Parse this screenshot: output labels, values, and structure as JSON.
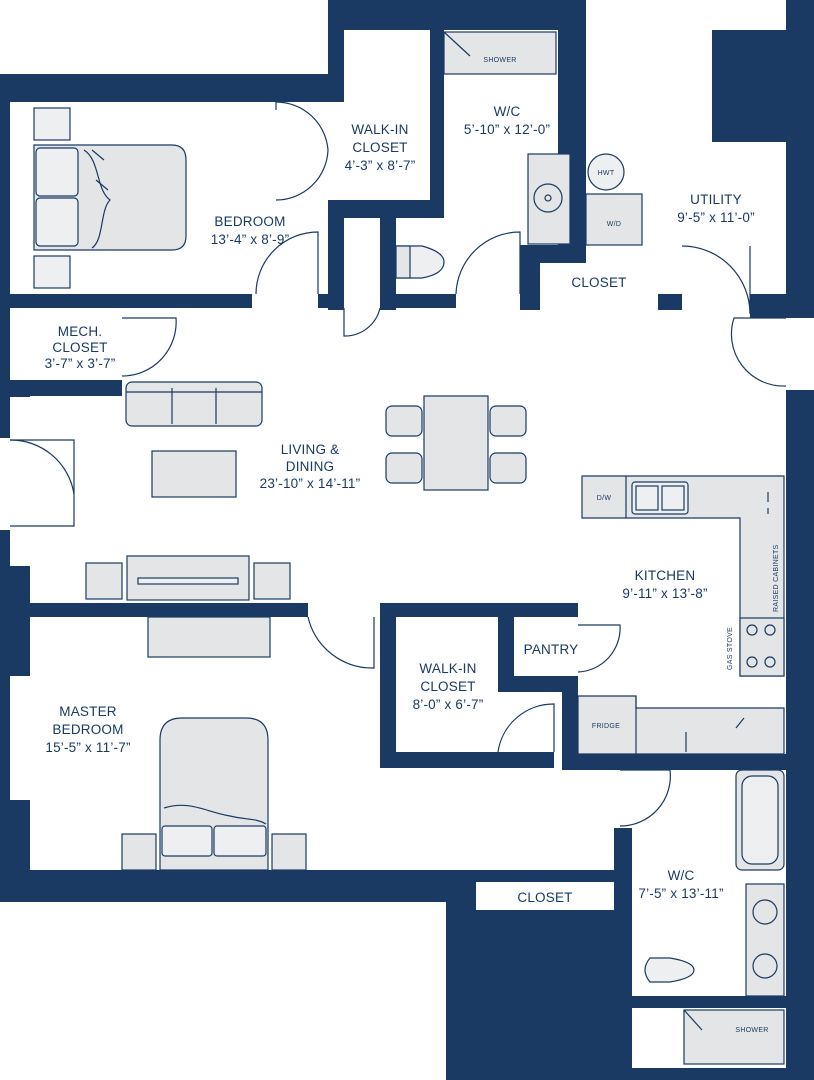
{
  "rooms": {
    "bedroom": {
      "name": "BEDROOM",
      "dims": "13’-4” x 8’-9”"
    },
    "walkin_closet_1": {
      "name_line1": "WALK-IN",
      "name_line2": "CLOSET",
      "dims": "4’-3” x 8’-7”"
    },
    "wc_1": {
      "name": "W/C",
      "dims": "5’-10” x 12’-0”"
    },
    "utility": {
      "name": "UTILITY",
      "dims": "9’-5” x 11’-0”"
    },
    "closet_1": {
      "name": "CLOSET"
    },
    "mech_closet": {
      "name_line1": "MECH.",
      "name_line2": "CLOSET",
      "dims": "3’-7” x 3’-7”"
    },
    "living_dining": {
      "name_line1": "LIVING &",
      "name_line2": "DINING",
      "dims": "23’-10” x 14’-11”"
    },
    "kitchen": {
      "name": "KITCHEN",
      "dims": "9’-11” x 13’-8”"
    },
    "pantry": {
      "name": "PANTRY"
    },
    "walkin_closet_2": {
      "name_line1": "WALK-IN",
      "name_line2": "CLOSET",
      "dims": "8’-0” x 6’-7”"
    },
    "master_bedroom": {
      "name_line1": "MASTER",
      "name_line2": "BEDROOM",
      "dims": "15’-5” x 11’-7”"
    },
    "closet_2": {
      "name": "CLOSET"
    },
    "wc_2": {
      "name": "W/C",
      "dims": "7’-5” x 13’-11”"
    }
  },
  "fixtures": {
    "shower_1": "SHOWER",
    "shower_2": "SHOWER",
    "hwt": "HWT",
    "washer_dryer": "W/D",
    "dishwasher": "D/W",
    "fridge": "FRIDGE",
    "gas_stove": "GAS STOVE",
    "raised_cabinets": "RAISED CABINETS"
  },
  "colors": {
    "wall": "#1a3a63",
    "fixture_fill": "#e4e5e7",
    "background": "#ffffff"
  }
}
